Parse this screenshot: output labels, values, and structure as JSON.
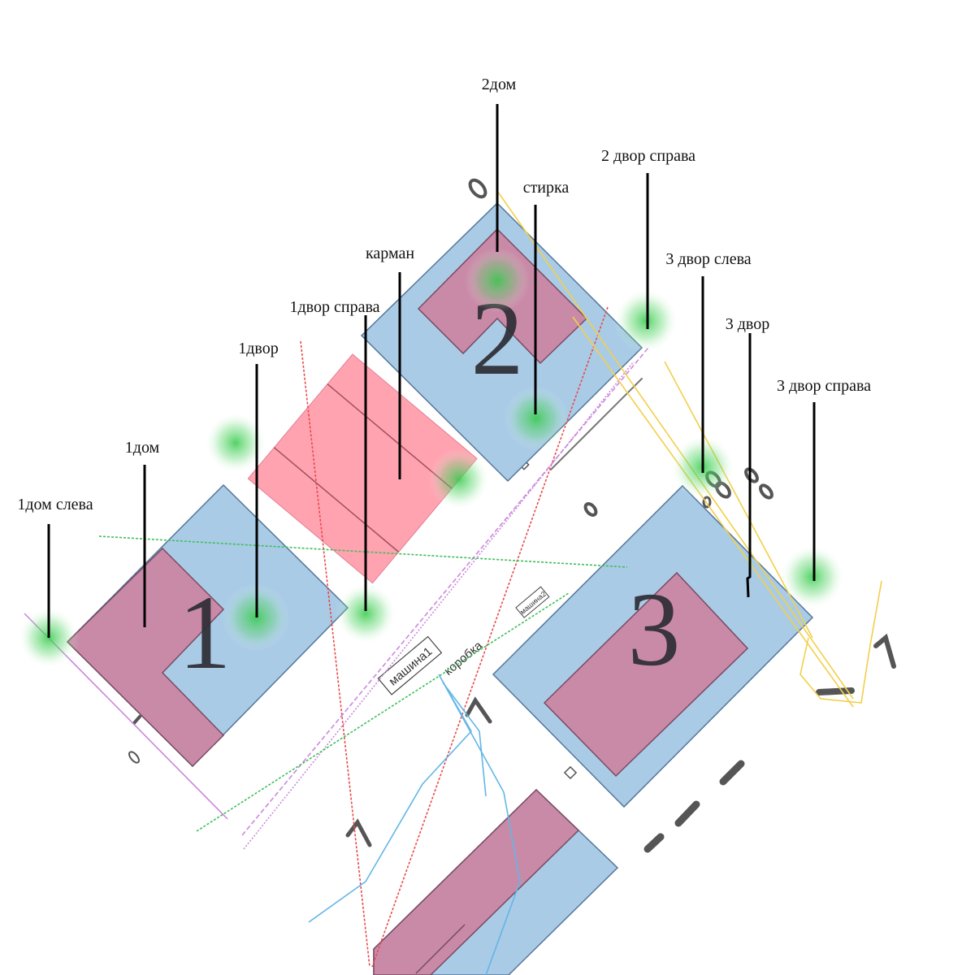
{
  "colors": {
    "house_blue": "#a9cbe6",
    "house_block": "#c98aa7",
    "pocket": "#ffa3b1",
    "green_spot": "#34c94a",
    "pointer": "#000000",
    "route_red": "#e84a4a",
    "route_blue": "#62b6e6",
    "route_green": "#3fbf5a",
    "route_violet": "#cc88dd",
    "route_yellow": "#f2cf4a"
  },
  "houses": [
    {
      "number": "1"
    },
    {
      "number": "2"
    },
    {
      "number": "3"
    }
  ],
  "labels": [
    {
      "id": "house-1-left",
      "text": "1дом слева"
    },
    {
      "id": "house-1",
      "text": "1дом"
    },
    {
      "id": "yard-1",
      "text": "1двор"
    },
    {
      "id": "yard-1-right",
      "text": "1двор справа"
    },
    {
      "id": "pocket",
      "text": "карман"
    },
    {
      "id": "house-2",
      "text": "2дом"
    },
    {
      "id": "laundry",
      "text": "стирка"
    },
    {
      "id": "yard-2-right",
      "text": "2 двор справа"
    },
    {
      "id": "yard-3-left",
      "text": "3 двор слева"
    },
    {
      "id": "yard-3",
      "text": "3 двор"
    },
    {
      "id": "yard-3-right",
      "text": "3 двор справа"
    }
  ],
  "sketch_labels": {
    "car_1": "машина1",
    "box": "коробка",
    "car_2": "машина2"
  }
}
